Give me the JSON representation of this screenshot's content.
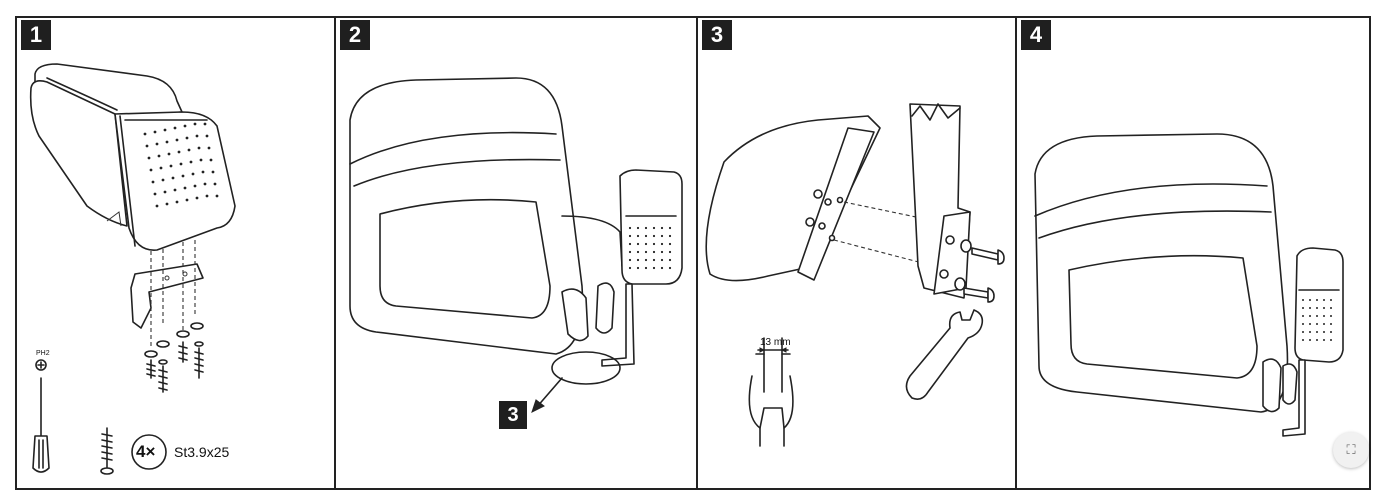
{
  "steps": [
    {
      "badge": "1"
    },
    {
      "badge": "2"
    },
    {
      "badge": "3"
    },
    {
      "badge": "4"
    }
  ],
  "panel1": {
    "tool_label": "PH2",
    "quantity": "4×",
    "screw_spec": "St3.9x25",
    "tool_icon": "phillips-screwdriver-icon",
    "screw_icon": "wood-screw-icon"
  },
  "panel2": {
    "callout_badge": "3"
  },
  "panel3": {
    "wrench_size": "13 mm",
    "wrench_icon": "open-end-wrench-icon"
  },
  "controls": {
    "fullscreen_icon": "exit-fullscreen-icon",
    "fullscreen_glyph": "⛶"
  },
  "colors": {
    "line": "#222222",
    "badge_bg": "#1f1f1f",
    "badge_text": "#ffffff",
    "paper": "#ffffff"
  }
}
